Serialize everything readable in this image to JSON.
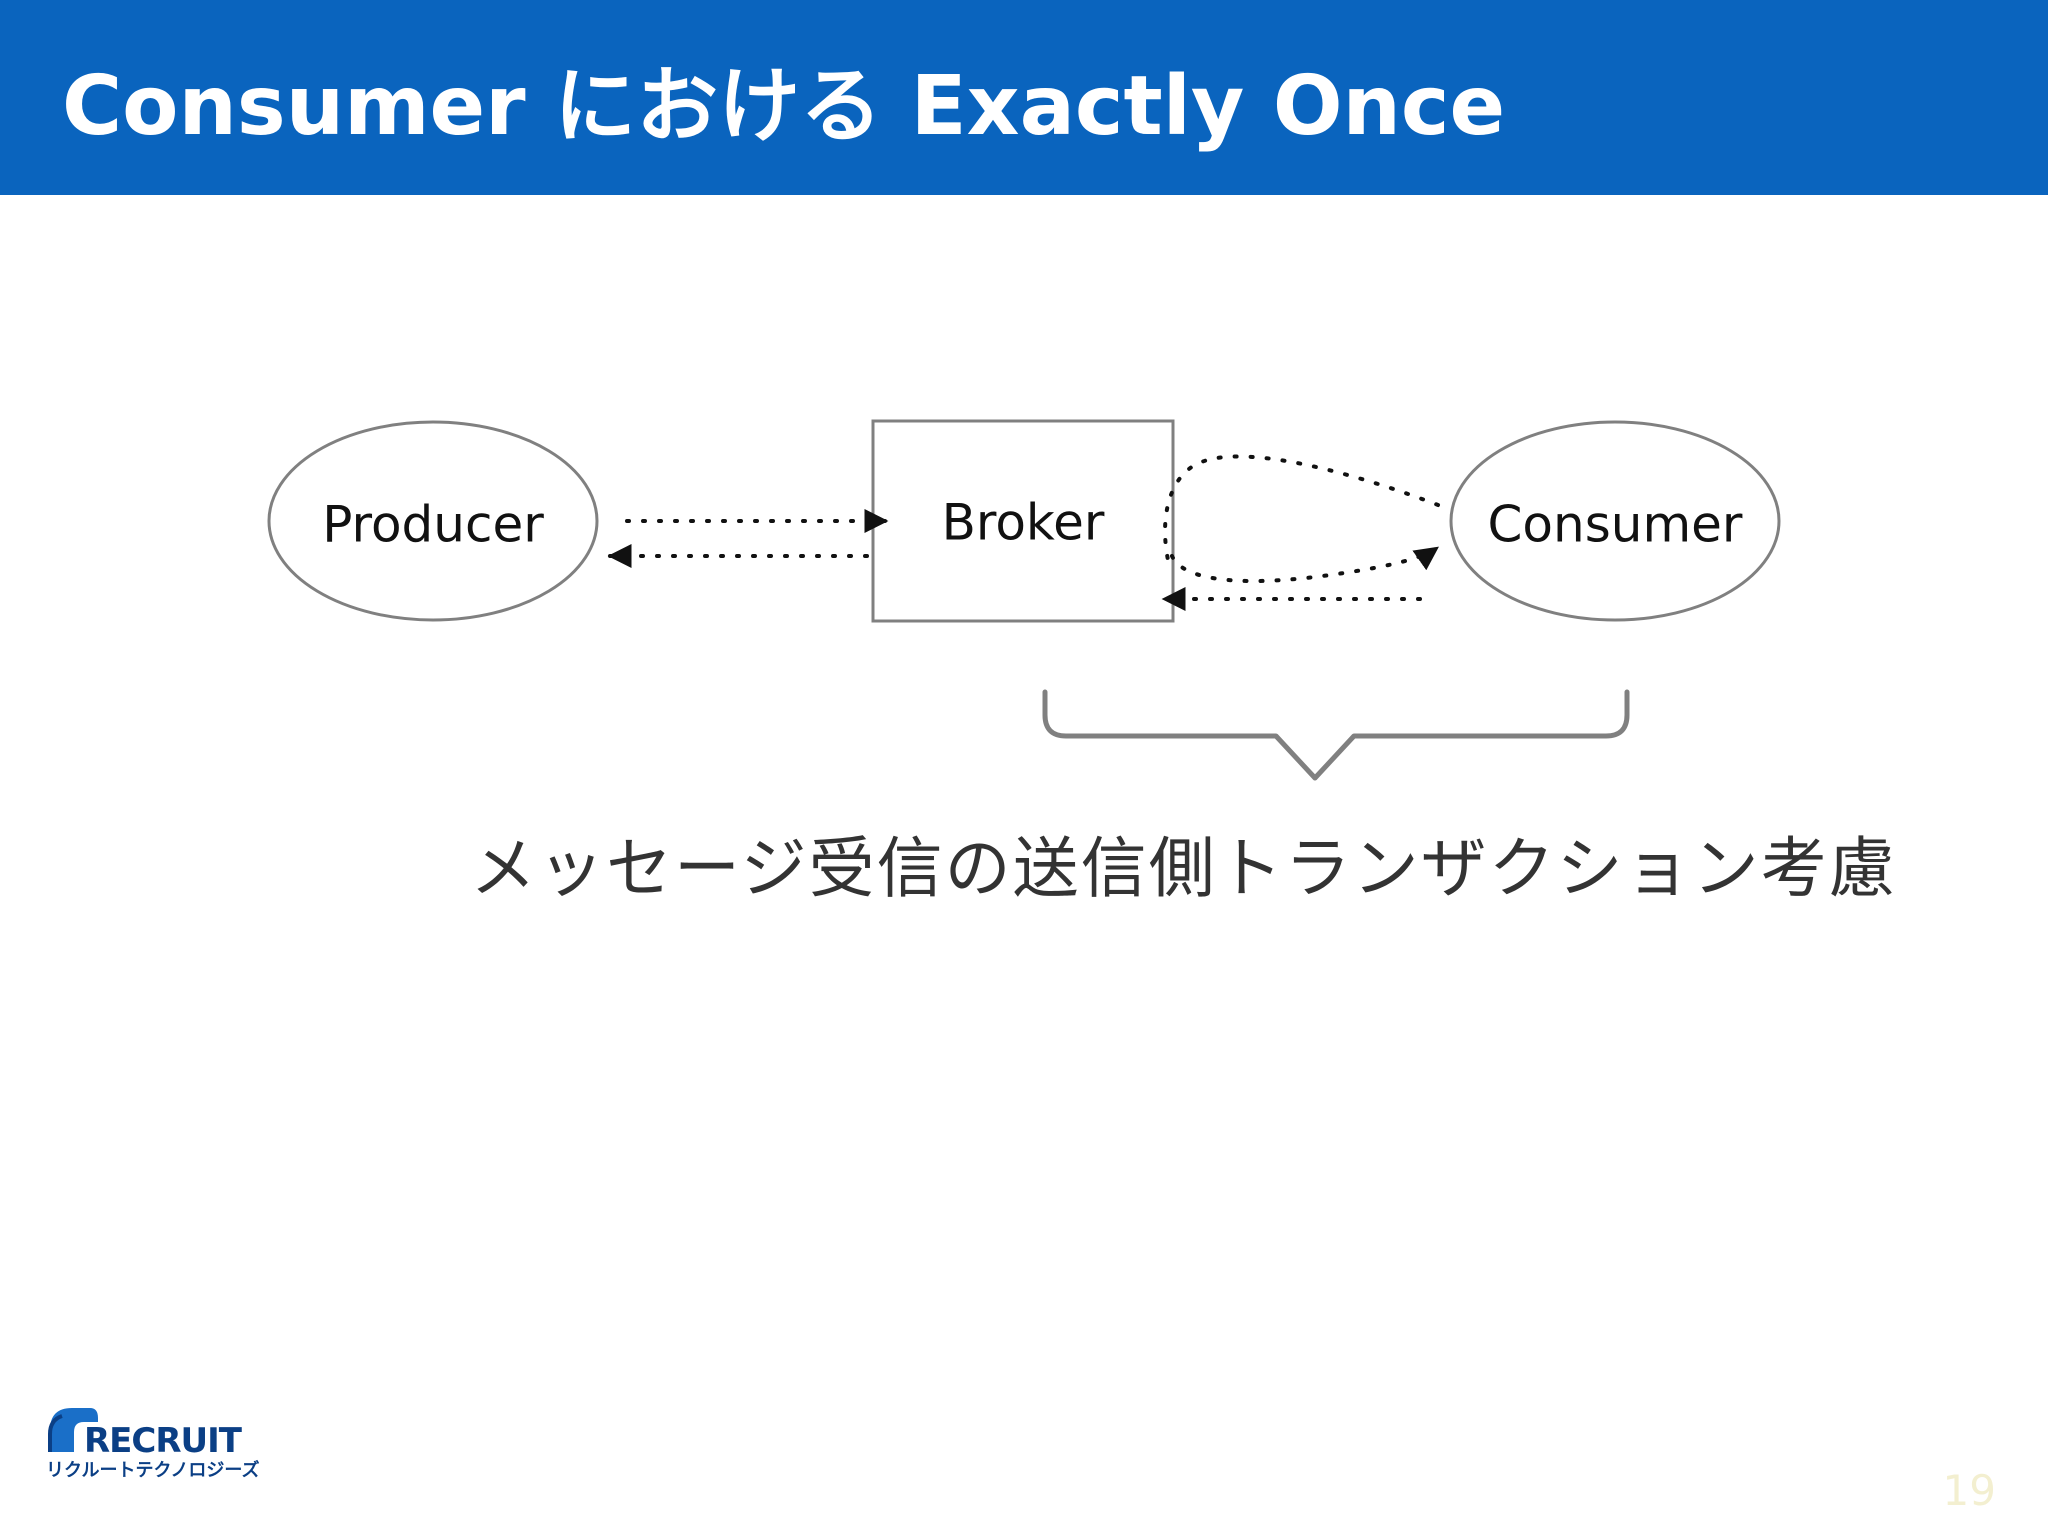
{
  "slide": {
    "title": "Consumer における Exactly Once",
    "page_number": "19"
  },
  "diagram": {
    "nodes": {
      "producer": "Producer",
      "broker": "Broker",
      "consumer": "Consumer"
    },
    "caption": "メッセージ受信の送信側トランザクション考慮"
  },
  "logo": {
    "wordmark": "RECRUIT",
    "subtitle": "リクルートテクノロジーズ"
  },
  "colors": {
    "header": "#0a64be",
    "shape_stroke": "#808080",
    "arrow": "#111111"
  }
}
